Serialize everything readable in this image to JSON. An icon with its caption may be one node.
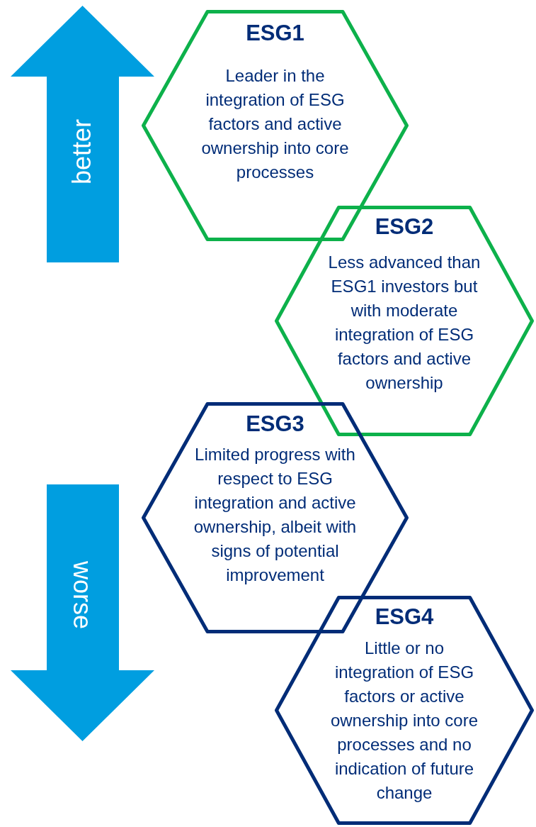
{
  "diagram": {
    "nodes": [
      {
        "text": [
          "better"
        ]
      },
      {
        "text": [
          "worse"
        ]
      },
      {
        "text": [
          "ESG1",
          "Leader in the integration of ESG factors and active ownership into core processes"
        ]
      },
      {
        "text": [
          "ESG2",
          "Less advanced than ESG1 investors but with moderate integration of ESG factors and active ownership"
        ]
      },
      {
        "text": [
          "ESG3",
          "Limited progress with respect to ESG integration and active ownership, albeit with signs of potential improvement"
        ]
      },
      {
        "text": [
          "ESG4",
          "Little or no integration of ESG factors or active ownership into core processes and no indication of future change"
        ]
      }
    ]
  }
}
